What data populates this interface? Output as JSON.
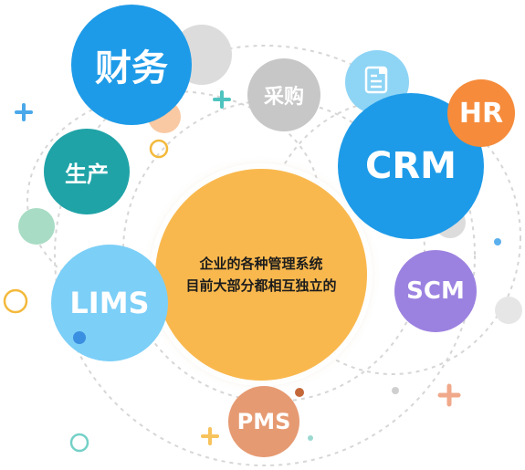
{
  "center": {
    "line1": "企业的各种管理系统",
    "line2": "目前大部分都相互独立的",
    "color": "#F9B84E"
  },
  "nodes": {
    "finance": {
      "label": "财务",
      "color": "#1E9BE8"
    },
    "procurement": {
      "label": "采购",
      "color": "#C7C7C7"
    },
    "production": {
      "label": "生产",
      "color": "#1FA3A7"
    },
    "crm": {
      "label": "CRM",
      "color": "#1E9BE8"
    },
    "hr": {
      "label": "HR",
      "color": "#F58B3B"
    },
    "lims": {
      "label": "LIMS",
      "color": "#7CCFF7"
    },
    "scm": {
      "label": "SCM",
      "color": "#9C82E0"
    },
    "pms": {
      "label": "PMS",
      "color": "#E69A72"
    }
  },
  "icons": {
    "document": "document-icon"
  }
}
